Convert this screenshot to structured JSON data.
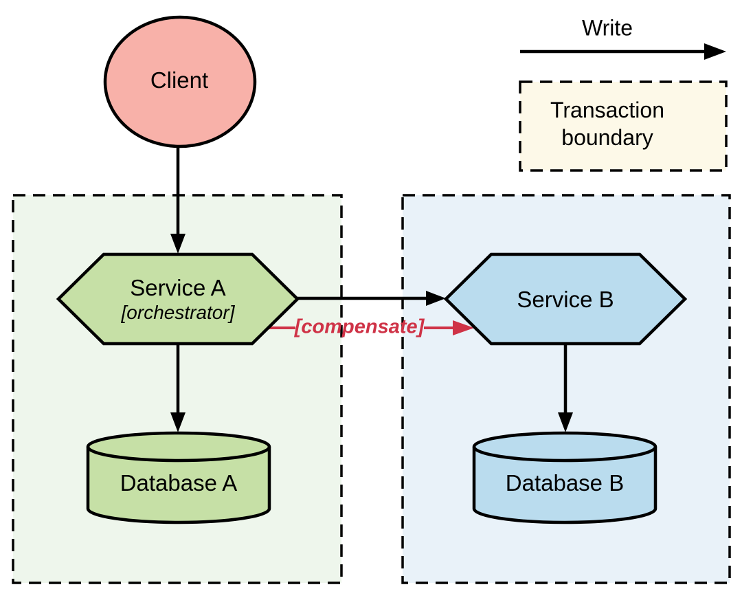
{
  "nodes": {
    "client": {
      "label": "Client",
      "shape": "circle"
    },
    "service_a": {
      "label": "Service A",
      "role": "[orchestrator]",
      "shape": "hexagon"
    },
    "service_b": {
      "label": "Service B",
      "shape": "hexagon"
    },
    "database_a": {
      "label": "Database A",
      "shape": "cylinder"
    },
    "database_b": {
      "label": "Database B",
      "shape": "cylinder"
    }
  },
  "edges": [
    {
      "from": "Client",
      "to": "Service A",
      "kind": "write"
    },
    {
      "from": "Service A",
      "to": "Service B",
      "kind": "write"
    },
    {
      "from": "Service A",
      "to": "Database A",
      "kind": "write"
    },
    {
      "from": "Service B",
      "to": "Database B",
      "kind": "write"
    },
    {
      "from": "Service A",
      "to": "Service B",
      "kind": "compensate",
      "label": "[compensate]"
    }
  ],
  "boundaries": [
    {
      "name": "transaction-boundary-a",
      "contains": [
        "Service A",
        "Database A"
      ]
    },
    {
      "name": "transaction-boundary-b",
      "contains": [
        "Service B",
        "Database B"
      ]
    }
  ],
  "legend": {
    "write_label": "Write",
    "transaction_boundary_label": "Transaction boundary"
  },
  "colors": {
    "client_fill": "#f8b1a9",
    "service_a_fill": "#c6e0a6",
    "service_b_fill": "#badcee",
    "database_a_fill": "#c6e0a6",
    "database_b_fill": "#badcee",
    "boundary_a_fill": "#eef6ec",
    "boundary_b_fill": "#e9f2f9",
    "legend_boundary_fill": "#fdf9e8",
    "compensate_color": "#cf3347",
    "stroke": "#000000"
  }
}
